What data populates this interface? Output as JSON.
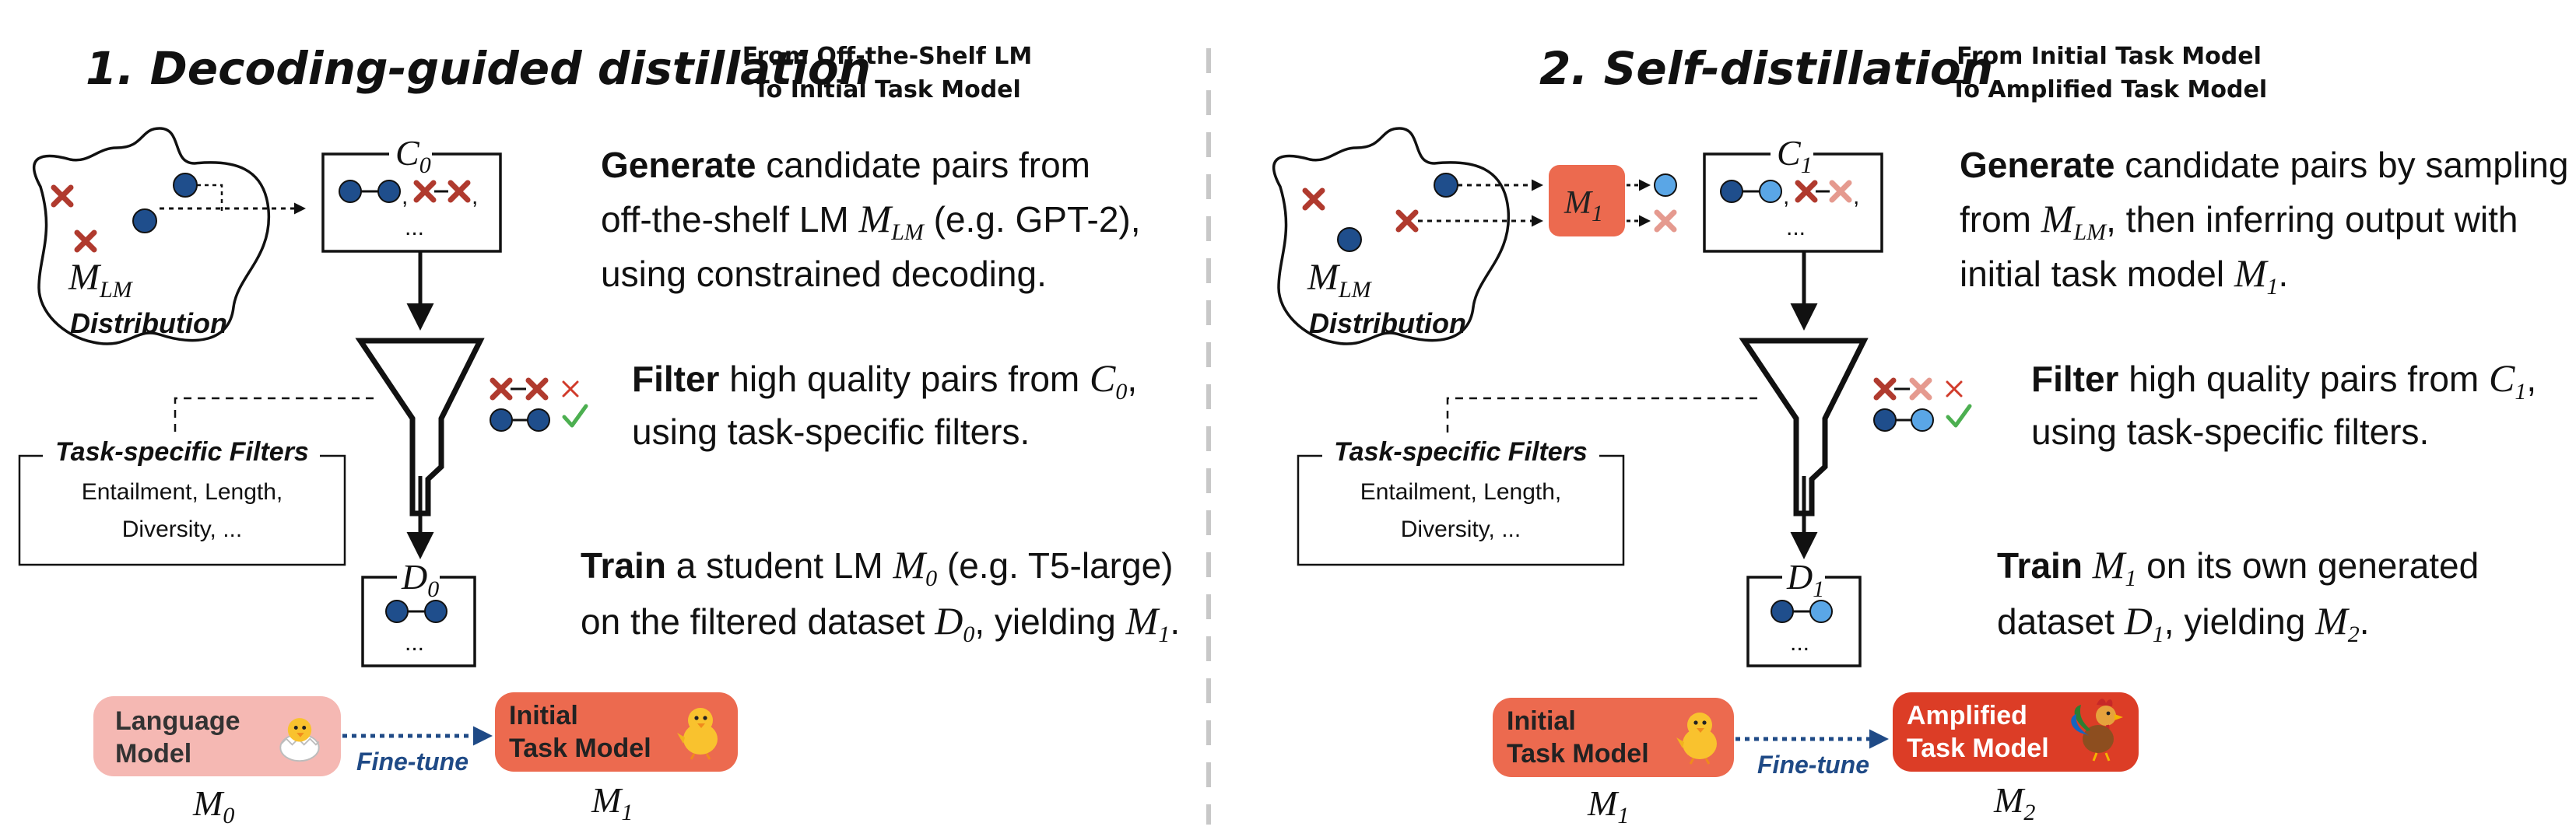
{
  "left": {
    "title": "1. Decoding-guided distillation",
    "subtitle_line1": "From Off-the-Shelf LM",
    "subtitle_line2": "To Initial Task Model",
    "cand_set": "C",
    "cand_sub": "0",
    "dist_sym": "M",
    "dist_sym_sub": "LM",
    "dist_label": "Distribution",
    "ellipsis": "...",
    "gen_b": "Generate",
    "gen_1": " candidate pairs from",
    "gen_2a": "off-the-shelf LM ",
    "gen_2m": "M",
    "gen_2s": "LM",
    "gen_2b": " (e.g. GPT-2),",
    "gen_3": "using constrained decoding.",
    "filt_b": "Filter",
    "filt_1": " high quality pairs from ",
    "filt_1m": "C",
    "filt_1s": "0",
    "filt_1c": ",",
    "filt_2": "using task-specific filters.",
    "tsf_title": "Task-specific Filters",
    "tsf_line1": "Entailment, Length,",
    "tsf_line2": "Diversity, ...",
    "data_set": "D",
    "data_sub": "0",
    "train_b": "Train",
    "train_1": " a student LM ",
    "train_1m": "M",
    "train_1s": "0",
    "train_1b": " (e.g. T5-large)",
    "train_2a": "on the filtered dataset ",
    "train_2m": "D",
    "train_2s": "0",
    "train_2b": ", yielding ",
    "train_2m2": "M",
    "train_2s2": "1",
    "train_2c": ".",
    "from_line1": "Language",
    "from_line2": "Model",
    "to_line1": "Initial",
    "to_line2": "Task Model",
    "finetune": "Fine-tune",
    "from_sym": "M",
    "from_sub": "0",
    "to_sym": "M",
    "to_sub": "1"
  },
  "right": {
    "title": "2. Self-distillation",
    "subtitle_line1": "From Initial Task Model",
    "subtitle_line2": "To Amplified Task Model",
    "cand_set": "C",
    "cand_sub": "1",
    "model_sym": "M",
    "model_sub": "1",
    "dist_sym": "M",
    "dist_sym_sub": "LM",
    "dist_label": "Distribution",
    "ellipsis": "...",
    "gen_b": "Generate",
    "gen_1": " candidate pairs by sampling",
    "gen_2a": "from ",
    "gen_2m": "M",
    "gen_2s": "LM",
    "gen_2b": ", then inferring output with",
    "gen_3a": "initial task model ",
    "gen_3m": "M",
    "gen_3s": "1",
    "gen_3c": ".",
    "filt_b": "Filter",
    "filt_1": " high quality pairs from ",
    "filt_1m": "C",
    "filt_1s": "1",
    "filt_1c": ",",
    "filt_2": "using task-specific filters.",
    "tsf_title": "Task-specific Filters",
    "tsf_line1": "Entailment, Length,",
    "tsf_line2": "Diversity, ...",
    "data_set": "D",
    "data_sub": "1",
    "train_b": "Train",
    "train_1a": " ",
    "train_1m": "M",
    "train_1s": "1",
    "train_1b": " on its own generated",
    "train_2a": "dataset ",
    "train_2m": "D",
    "train_2s": "1",
    "train_2b": ", yielding ",
    "train_2m2": "M",
    "train_2s2": "2",
    "train_2c": ".",
    "from_line1": "Initial",
    "from_line2": "Task Model",
    "to_line1": "Amplified",
    "to_line2": "Task Model",
    "finetune": "Fine-tune",
    "from_sym": "M",
    "from_sub": "1",
    "to_sym": "M",
    "to_sub": "2"
  },
  "colors": {
    "dark_blue": "#1f4e8c",
    "light_blue": "#5aa6e6",
    "red_x": "#b03a2e",
    "light_red_x": "#e59a8f",
    "check_green": "#4caf50",
    "lm_box": "#f5b8b3",
    "task_box": "#ec6a4f",
    "amp_box": "#dc3d26",
    "finetune_blue": "#1f4a86"
  },
  "icons": [
    "hatching-chick-icon",
    "chick-icon",
    "rooster-icon",
    "cross-icon",
    "check-icon"
  ]
}
